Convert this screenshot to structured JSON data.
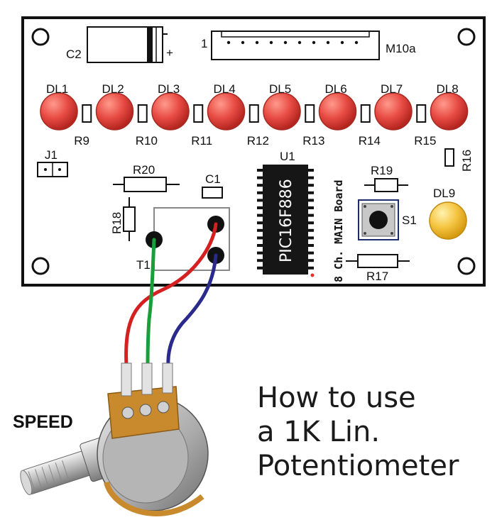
{
  "components": {
    "c2": "C2",
    "plus": "+",
    "pin1": "1",
    "connector": "M10a",
    "leds": [
      "DL1",
      "DL2",
      "DL3",
      "DL4",
      "DL5",
      "DL6",
      "DL7",
      "DL8"
    ],
    "resistors": [
      "R9",
      "R10",
      "R11",
      "R12",
      "R13",
      "R14",
      "R15"
    ],
    "r16": "R16",
    "j1": "J1",
    "r20": "R20",
    "c1": "C1",
    "u1": "U1",
    "mcu": "PIC16F886",
    "board": "8 Ch. MAIN Board",
    "r19": "R19",
    "dl9": "DL9",
    "r18": "R18",
    "s1": "S1",
    "t1": "T1",
    "r17": "R17"
  },
  "pot_label": "SPEED",
  "caption": [
    "How to use",
    "a 1K Lin.",
    "Potentiometer"
  ],
  "colors": {
    "led_red": "#e84c44",
    "led_yellow": "#f5c542",
    "wire_red": "#d42020",
    "wire_green": "#1a9e3a",
    "wire_blue": "#2a2a8c",
    "pcb_outline": "#111111",
    "pot_body": "#c98a2e"
  }
}
